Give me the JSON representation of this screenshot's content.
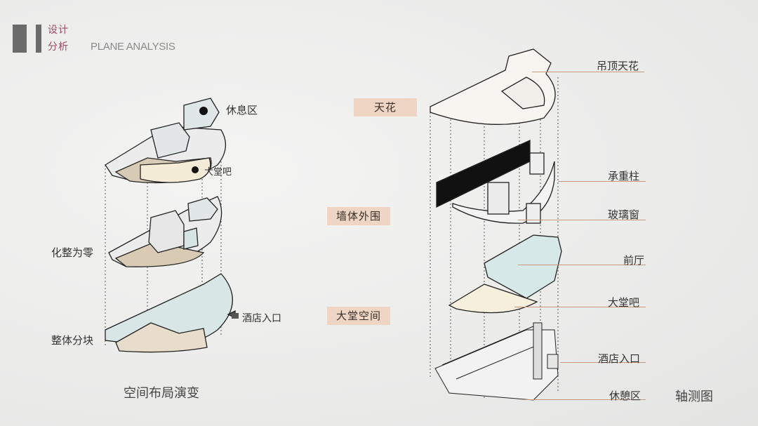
{
  "header": {
    "title_cn_line1": "设计",
    "title_cn_line2": "分析",
    "title_en": "PLANE ANALYSIS",
    "accent_color": "#9b4b66",
    "bar_color": "#6b6b6b"
  },
  "left_diagram": {
    "caption": "空间布局演变",
    "labels": {
      "rest_area": "休息区",
      "lobby_bar": "大堂吧",
      "break_down": "化整为零",
      "hotel_entrance": "酒店入口",
      "whole_block": "整体分块"
    }
  },
  "right_diagram": {
    "caption": "轴测图",
    "section_tags": [
      "天花",
      "墙体外围",
      "大堂空间"
    ],
    "callouts": [
      "吊顶天花",
      "承重柱",
      "玻璃窗",
      "前厅",
      "大堂吧",
      "酒店入口",
      "休憩区"
    ],
    "tag_color": "#efd6c4",
    "leader_color": "#c9987c"
  }
}
